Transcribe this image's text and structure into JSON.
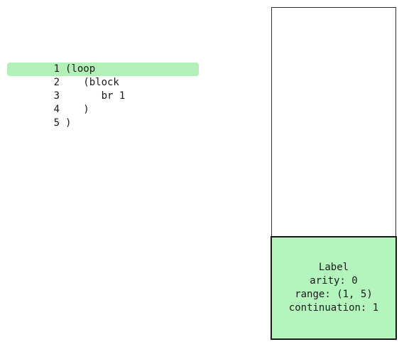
{
  "code": {
    "highlighted_line": 1,
    "lines": [
      {
        "num": "1",
        "text": "(loop"
      },
      {
        "num": "2",
        "text": "   (block"
      },
      {
        "num": "3",
        "text": "      br 1"
      },
      {
        "num": "4",
        "text": "   )"
      },
      {
        "num": "5",
        "text": ")"
      }
    ]
  },
  "stack": {
    "frame": {
      "kind": "Label",
      "arity": "arity: 0",
      "range": "range: (1, 5)",
      "continuation": "continuation: 1"
    }
  },
  "colors": {
    "highlight": "#b3f0b8",
    "frame_fill": "#b3f5bd"
  }
}
